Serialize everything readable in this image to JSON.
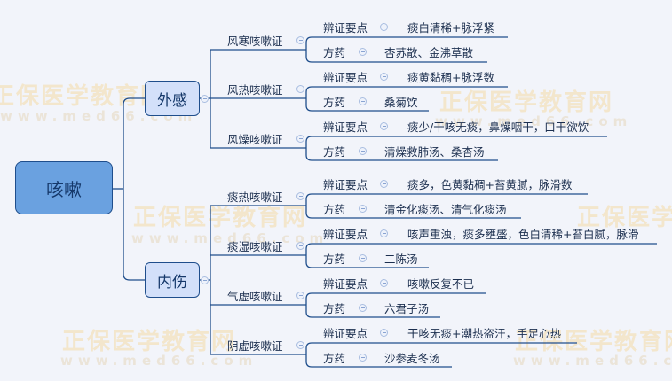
{
  "root": {
    "label": "咳嗽"
  },
  "watermark": {
    "text": "正保医学教育网",
    "url": "www.med66.com"
  },
  "branches": [
    {
      "label": "外感",
      "children": [
        {
          "label": "风寒咳嗽证",
          "key_label": "辨证要点",
          "key_value": "痰白清稀+脉浮紧",
          "rx_label": "方药",
          "rx_value": "杏苏散、金沸草散"
        },
        {
          "label": "风热咳嗽证",
          "key_label": "辨证要点",
          "key_value": "痰黄黏稠+脉浮数",
          "rx_label": "方药",
          "rx_value": "桑菊饮"
        },
        {
          "label": "风燥咳嗽证",
          "key_label": "辨证要点",
          "key_value": "痰少/干咳无痰，鼻燥咽干，口干欲饮",
          "rx_label": "方药",
          "rx_value": "清燥救肺汤、桑杏汤"
        }
      ]
    },
    {
      "label": "内伤",
      "children": [
        {
          "label": "痰热咳嗽证",
          "key_label": "辨证要点",
          "key_value": "痰多，色黄黏稠+苔黄腻，脉滑数",
          "rx_label": "方药",
          "rx_value": "清金化痰汤、清气化痰汤"
        },
        {
          "label": "痰湿咳嗽证",
          "key_label": "辨证要点",
          "key_value": "咳声重浊，痰多壅盛，色白清稀+苔白腻，脉滑",
          "rx_label": "方药",
          "rx_value": "二陈汤"
        },
        {
          "label": "气虚咳嗽证",
          "key_label": "辨证要点",
          "key_value": "咳嗽反复不已",
          "rx_label": "方药",
          "rx_value": "六君子汤"
        },
        {
          "label": "阴虚咳嗽证",
          "key_label": "辨证要点",
          "key_value": "干咳无痰+潮热盗汗，手足心热",
          "rx_label": "方药",
          "rx_value": "沙参麦冬汤"
        }
      ]
    }
  ],
  "colors": {
    "line": "#1f4e8c",
    "root_fill": "#6aa1e0",
    "branch_fill": "#d3e0fa",
    "background": "#f2f4fa"
  }
}
